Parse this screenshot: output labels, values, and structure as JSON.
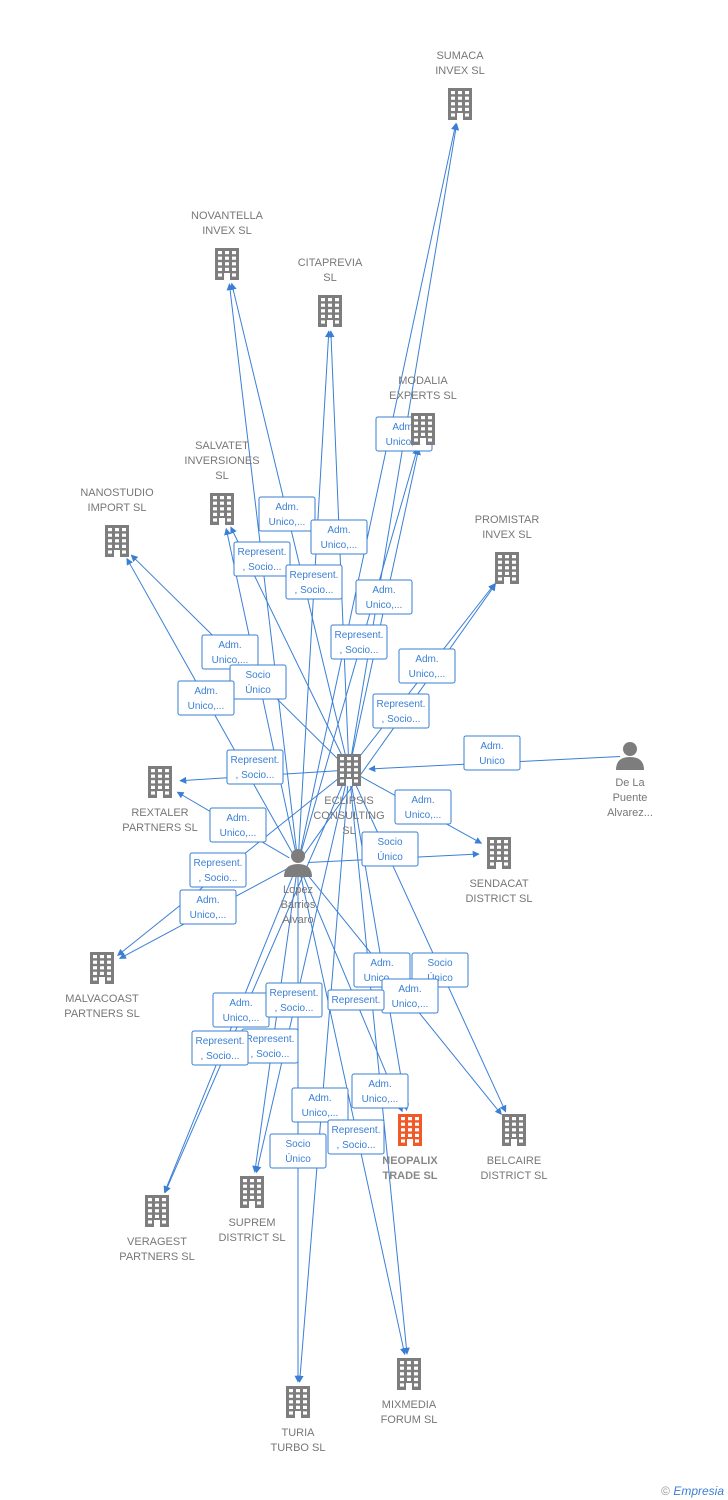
{
  "colors": {
    "edge": "#3a7fd5",
    "building": "#7d7d7d",
    "focus": "#f05a28",
    "person": "#7d7d7d"
  },
  "nodes": [
    {
      "id": "sumaca",
      "type": "company",
      "lines": [
        "SUMACA",
        "INVEX  SL"
      ],
      "icon": "building-icon"
    },
    {
      "id": "novantella",
      "type": "company",
      "lines": [
        "NOVANTELLA",
        "INVEX  SL"
      ],
      "icon": "building-icon"
    },
    {
      "id": "citaprevia",
      "type": "company",
      "lines": [
        "CITAPREVIA",
        "SL"
      ],
      "icon": "building-icon"
    },
    {
      "id": "modalia",
      "type": "company",
      "lines": [
        "MODALIA",
        "EXPERTS  SL"
      ],
      "icon": "building-icon"
    },
    {
      "id": "salvatet",
      "type": "company",
      "lines": [
        "SALVATET",
        "INVERSIONES",
        "SL"
      ],
      "icon": "building-icon"
    },
    {
      "id": "nanostudio",
      "type": "company",
      "lines": [
        "NANOSTUDIO",
        "IMPORT  SL"
      ],
      "icon": "building-icon"
    },
    {
      "id": "promistar",
      "type": "company",
      "lines": [
        "PROMISTAR",
        "INVEX  SL"
      ],
      "icon": "building-icon"
    },
    {
      "id": "delapuente",
      "type": "person",
      "lines": [
        "De La",
        "Puente",
        "Alvarez..."
      ],
      "icon": "person-icon"
    },
    {
      "id": "eclipsis",
      "type": "company",
      "lines": [
        "ECLIPSIS",
        "CONSULTING",
        "SL"
      ],
      "icon": "building-icon"
    },
    {
      "id": "rextaler",
      "type": "company",
      "lines": [
        "REXTALER",
        "PARTNERS  SL"
      ],
      "icon": "building-icon"
    },
    {
      "id": "sendacat",
      "type": "company",
      "lines": [
        "SENDACAT",
        "DISTRICT  SL"
      ],
      "icon": "building-icon"
    },
    {
      "id": "lopez",
      "type": "person",
      "lines": [
        "Lopez",
        "Barrios",
        "Alvaro"
      ],
      "icon": "person-icon"
    },
    {
      "id": "malvacoast",
      "type": "company",
      "lines": [
        "MALVACOAST",
        "PARTNERS  SL"
      ],
      "icon": "building-icon"
    },
    {
      "id": "neopalix",
      "type": "focus",
      "lines": [
        "NEOPALIX",
        "TRADE  SL"
      ],
      "icon": "building-icon"
    },
    {
      "id": "belcaire",
      "type": "company",
      "lines": [
        "BELCAIRE",
        "DISTRICT  SL"
      ],
      "icon": "building-icon"
    },
    {
      "id": "veragest",
      "type": "company",
      "lines": [
        "VERAGEST",
        "PARTNERS  SL"
      ],
      "icon": "building-icon"
    },
    {
      "id": "suprem",
      "type": "company",
      "lines": [
        "SUPREM",
        "DISTRICT  SL"
      ],
      "icon": "building-icon"
    },
    {
      "id": "turia",
      "type": "company",
      "lines": [
        "TURIA",
        "TURBO  SL"
      ],
      "icon": "building-icon"
    },
    {
      "id": "mixmedia",
      "type": "company",
      "lines": [
        "MIXMEDIA",
        "FORUM  SL"
      ],
      "icon": "building-icon"
    }
  ],
  "edges": [
    {
      "from": "eclipsis",
      "to": "sumaca"
    },
    {
      "from": "eclipsis",
      "to": "novantella"
    },
    {
      "from": "eclipsis",
      "to": "citaprevia"
    },
    {
      "from": "eclipsis",
      "to": "modalia"
    },
    {
      "from": "eclipsis",
      "to": "salvatet"
    },
    {
      "from": "eclipsis",
      "to": "nanostudio"
    },
    {
      "from": "eclipsis",
      "to": "promistar"
    },
    {
      "from": "eclipsis",
      "to": "rextaler"
    },
    {
      "from": "eclipsis",
      "to": "sendacat"
    },
    {
      "from": "eclipsis",
      "to": "malvacoast"
    },
    {
      "from": "eclipsis",
      "to": "neopalix"
    },
    {
      "from": "eclipsis",
      "to": "belcaire"
    },
    {
      "from": "eclipsis",
      "to": "veragest"
    },
    {
      "from": "eclipsis",
      "to": "suprem"
    },
    {
      "from": "eclipsis",
      "to": "turia"
    },
    {
      "from": "eclipsis",
      "to": "mixmedia"
    },
    {
      "from": "delapuente",
      "to": "eclipsis"
    },
    {
      "from": "lopez",
      "to": "sumaca"
    },
    {
      "from": "lopez",
      "to": "novantella"
    },
    {
      "from": "lopez",
      "to": "citaprevia"
    },
    {
      "from": "lopez",
      "to": "modalia"
    },
    {
      "from": "lopez",
      "to": "salvatet"
    },
    {
      "from": "lopez",
      "to": "nanostudio"
    },
    {
      "from": "lopez",
      "to": "promistar"
    },
    {
      "from": "lopez",
      "to": "rextaler"
    },
    {
      "from": "lopez",
      "to": "sendacat"
    },
    {
      "from": "lopez",
      "to": "malvacoast"
    },
    {
      "from": "lopez",
      "to": "neopalix"
    },
    {
      "from": "lopez",
      "to": "belcaire"
    },
    {
      "from": "lopez",
      "to": "veragest"
    },
    {
      "from": "lopez",
      "to": "suprem"
    },
    {
      "from": "lopez",
      "to": "turia"
    },
    {
      "from": "lopez",
      "to": "mixmedia"
    }
  ],
  "edge_labels": [
    [
      "Adm.",
      "Unico,..."
    ],
    [
      "Adm.",
      "Unico,..."
    ],
    [
      "Adm.",
      "Unico,..."
    ],
    [
      "Represent.",
      ", Socio..."
    ],
    [
      "Represent.",
      ", Socio..."
    ],
    [
      "Adm.",
      "Unico,..."
    ],
    [
      "Adm.",
      "Unico,..."
    ],
    [
      "Represent.",
      ", Socio..."
    ],
    [
      "Adm.",
      "Unico,..."
    ],
    [
      "Socio",
      "Único"
    ],
    [
      "Adm.",
      "Unico,..."
    ],
    [
      "Represent.",
      ", Socio..."
    ],
    [
      "Represent.",
      ", Socio..."
    ],
    [
      "Adm.",
      "Unico"
    ],
    [
      "Adm.",
      "Unico,..."
    ],
    [
      "Adm.",
      "Unico,..."
    ],
    [
      "Socio",
      "Único"
    ],
    [
      "Represent.",
      ", Socio..."
    ],
    [
      "Adm.",
      "Unico,..."
    ],
    [
      "Socio",
      "Único"
    ],
    [
      "Adm.",
      "Unico,..."
    ],
    [
      "Adm.",
      "Unico,..."
    ],
    [
      "Represent.",
      ", Socio..."
    ],
    [
      "Adm.",
      "Unico,..."
    ],
    [
      "Represent.",
      ""
    ],
    [
      "Represent.",
      ", Socio..."
    ],
    [
      "Represent.",
      ", Socio..."
    ],
    [
      "Adm.",
      "Unico,..."
    ],
    [
      "Adm.",
      "Unico,..."
    ],
    [
      "Socio",
      "Único"
    ],
    [
      "Represent.",
      ", Socio..."
    ]
  ],
  "footer": {
    "copyright": "©",
    "brand": "Empresia"
  }
}
